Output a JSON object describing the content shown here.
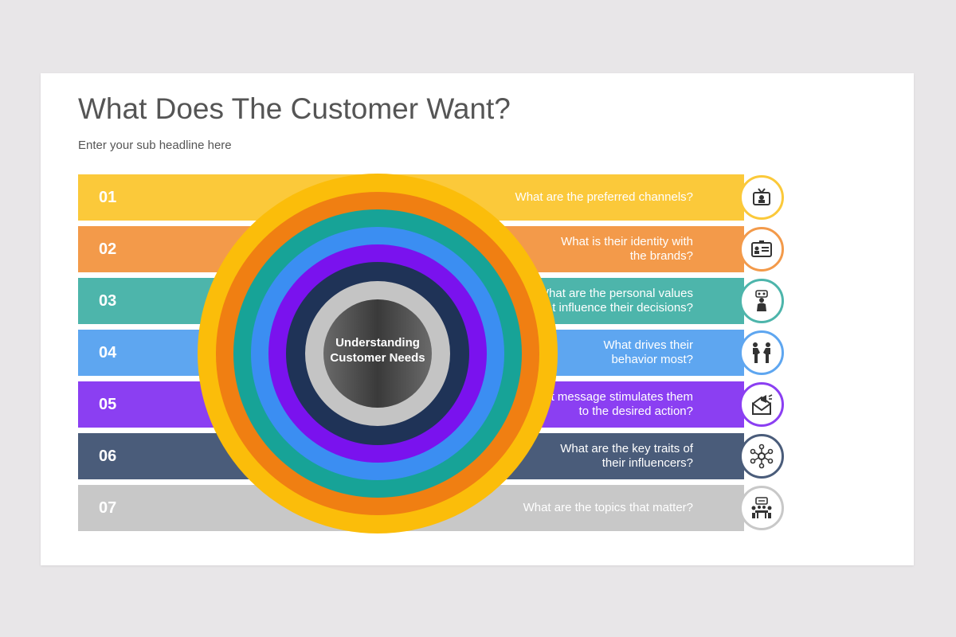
{
  "header": {
    "title": "What Does The Customer Want?",
    "subtitle": "Enter your sub headline here"
  },
  "center": {
    "line1": "Understanding",
    "line2": "Customer Needs"
  },
  "items": [
    {
      "number": "01",
      "text": [
        "What are the preferred channels?"
      ],
      "icon": "tv-icon",
      "color": "#fbc93a",
      "border": "#fbc93a"
    },
    {
      "number": "02",
      "text": [
        "What is their identity with",
        "the brands?"
      ],
      "icon": "id-card-icon",
      "color": "#f39a4a",
      "border": "#f39a4a"
    },
    {
      "number": "03",
      "text": [
        "What are the personal values",
        "that influence their decisions?"
      ],
      "icon": "person-thinking-icon",
      "color": "#4db5ab",
      "border": "#4db5ab"
    },
    {
      "number": "04",
      "text": [
        "What drives their",
        "behavior most?"
      ],
      "icon": "handshake-icon",
      "color": "#5ea6f0",
      "border": "#5ea6f0"
    },
    {
      "number": "05",
      "text": [
        "What message stimulates them",
        "to the desired action?"
      ],
      "icon": "megaphone-envelope-icon",
      "color": "#8b3ff2",
      "border": "#8b3ff2"
    },
    {
      "number": "06",
      "text": [
        "What are the key traits of",
        "their influencers?"
      ],
      "icon": "network-icon",
      "color": "#4a5c7a",
      "border": "#4a5c7a"
    },
    {
      "number": "07",
      "text": [
        "What are the topics that matter?"
      ],
      "icon": "meeting-icon",
      "color": "#c8c8c8",
      "border": "#c8c8c8"
    }
  ],
  "rings": [
    "#fbbd0a",
    "#f07f12",
    "#17a397",
    "#3b8ef2",
    "#7a12ee",
    "#1f3357",
    "#c4c4c4",
    "#4a4a4a"
  ]
}
